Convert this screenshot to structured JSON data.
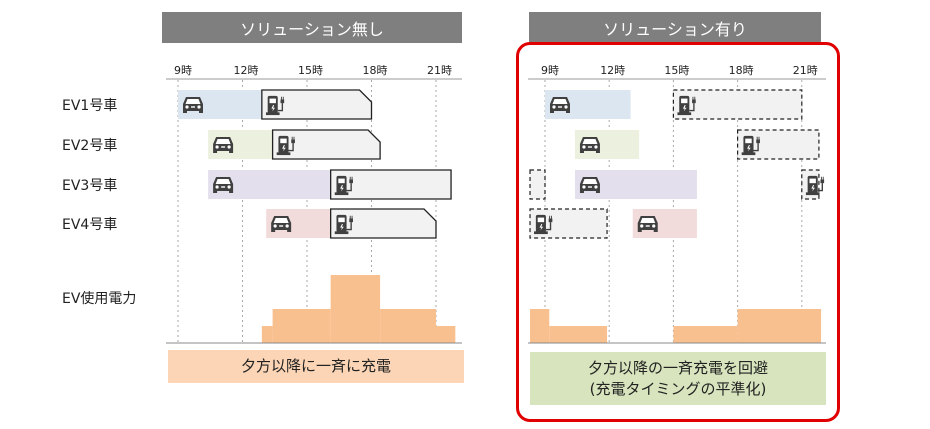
{
  "panels": [
    {
      "id": "without",
      "title": "ソリューション無し",
      "caption": [
        "夕方以降に一斉に充電"
      ],
      "caption_color": "#fbd5b5",
      "ticks": [
        "9時",
        "12時",
        "15時",
        "18時",
        "21時"
      ],
      "rows": [
        {
          "drive": [
            9,
            12.9
          ],
          "charge": [
            [
              12.9,
              18.0,
              true
            ]
          ],
          "color": "#dce6f1",
          "clip": true
        },
        {
          "drive": [
            10.4,
            13.4
          ],
          "charge": [
            [
              13.4,
              18.4,
              true
            ]
          ],
          "color": "#ebf1de",
          "clip": true
        },
        {
          "drive": [
            10.4,
            16.1
          ],
          "charge": [
            [
              16.1,
              21.7,
              true
            ]
          ],
          "color": "#e4dfec",
          "clip": false
        },
        {
          "drive": [
            13.1,
            16.1
          ],
          "charge": [
            [
              16.1,
              21.0,
              true
            ]
          ],
          "color": "#f2dcdb",
          "clip": true
        }
      ],
      "power": [
        [
          12.9,
          13.4,
          1
        ],
        [
          13.4,
          16.1,
          2
        ],
        [
          16.1,
          18.4,
          4
        ],
        [
          18.4,
          21.0,
          2
        ],
        [
          21.0,
          21.9,
          1
        ]
      ]
    },
    {
      "id": "with",
      "title": "ソリューション有り",
      "caption": [
        "夕方以降の一斉充電を回避",
        "(充電タイミングの平準化)"
      ],
      "caption_color": "#d7e4bd",
      "ticks": [
        "9時",
        "12時",
        "15時",
        "18時",
        "21時"
      ],
      "rows": [
        {
          "drive": [
            9,
            13.0
          ],
          "charge": [
            [
              15.0,
              21.0,
              true
            ]
          ],
          "color": "#dce6f1"
        },
        {
          "drive": [
            10.4,
            13.4
          ],
          "charge": [
            [
              18.0,
              21.8,
              true
            ]
          ],
          "color": "#ebf1de"
        },
        {
          "drive": [
            10.4,
            16.1
          ],
          "charge": [
            [
              8.3,
              9.0,
              false
            ],
            [
              21.0,
              21.8,
              true
            ]
          ],
          "color": "#e4dfec"
        },
        {
          "drive": [
            13.1,
            16.1
          ],
          "charge": [
            [
              8.3,
              11.9,
              true
            ]
          ],
          "color": "#f2dcdb"
        }
      ],
      "power": [
        [
          8.3,
          9.2,
          2
        ],
        [
          9.2,
          11.9,
          1
        ],
        [
          15.0,
          18.0,
          1
        ],
        [
          18.0,
          21.9,
          2
        ]
      ]
    }
  ],
  "row_labels": [
    "EV1号車",
    "EV2号車",
    "EV3号車",
    "EV4号車"
  ],
  "power_label": "EV使用電力",
  "colors": {
    "header": "#7f7f7f",
    "power": "#f9c08f",
    "charge_box": "#f2f2f2",
    "highlight": "#e00000",
    "icon": "#404040"
  }
}
